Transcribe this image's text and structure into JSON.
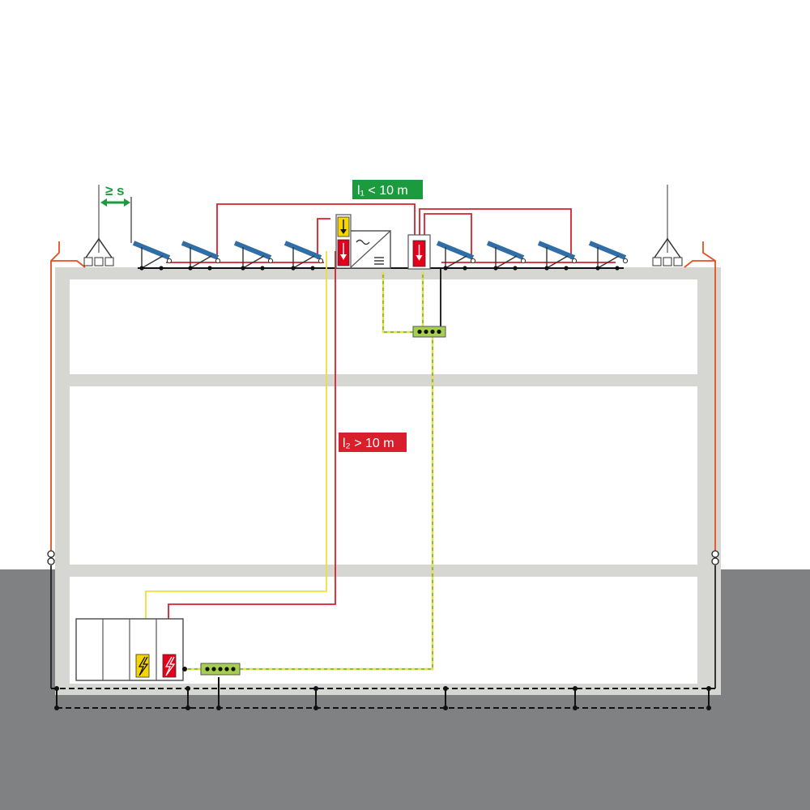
{
  "labels": {
    "separation": "≥ s",
    "l1": "l₁ < 10 m",
    "l2": "l₂ > 10 m"
  },
  "colors": {
    "building": "#d6d6d2",
    "ground": "#808183",
    "interior": "#ffffff",
    "red_line": "#d7202c",
    "yellow_line": "#f2dd3c",
    "earth_line": "#8cbf3f",
    "conductor_orange": "#e3501d",
    "panel_blue": "#2f6ea6",
    "label_green": "#1b9b3e",
    "label_red": "#d7202c",
    "spd_yellow": "#f5d500",
    "spd_red": "#e2001a"
  },
  "icons": {
    "inverter": "inverter-icon",
    "spd_dc": "surge-arrester-icon",
    "earth_bar": "equipotential-bar-icon",
    "air_termination": "air-termination-rod-icon",
    "pv_module": "solar-panel-icon",
    "distribution": "switchboard-icon"
  }
}
